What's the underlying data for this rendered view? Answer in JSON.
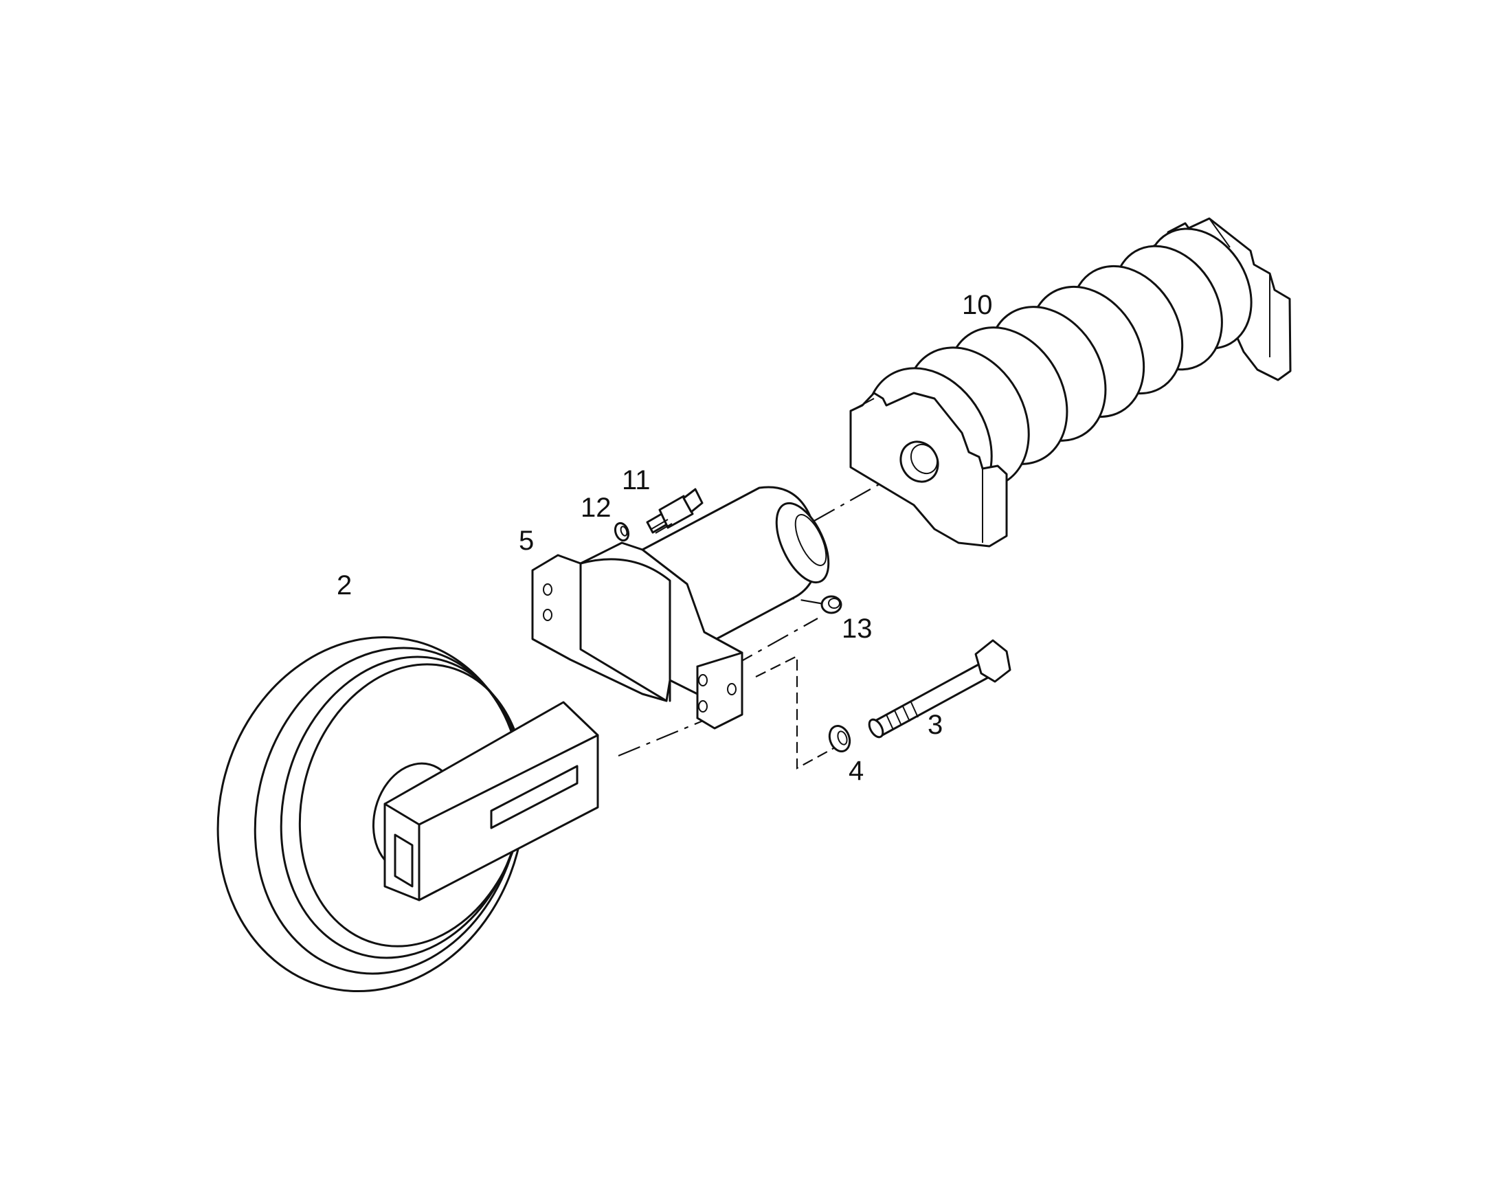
{
  "diagram": {
    "colors": {
      "ink": "#111111",
      "paper": "#ffffff"
    },
    "callouts": {
      "p2": "2",
      "p3": "3",
      "p4": "4",
      "p5": "5",
      "p10": "10",
      "p11": "11",
      "p12": "12",
      "p13": "13"
    }
  }
}
